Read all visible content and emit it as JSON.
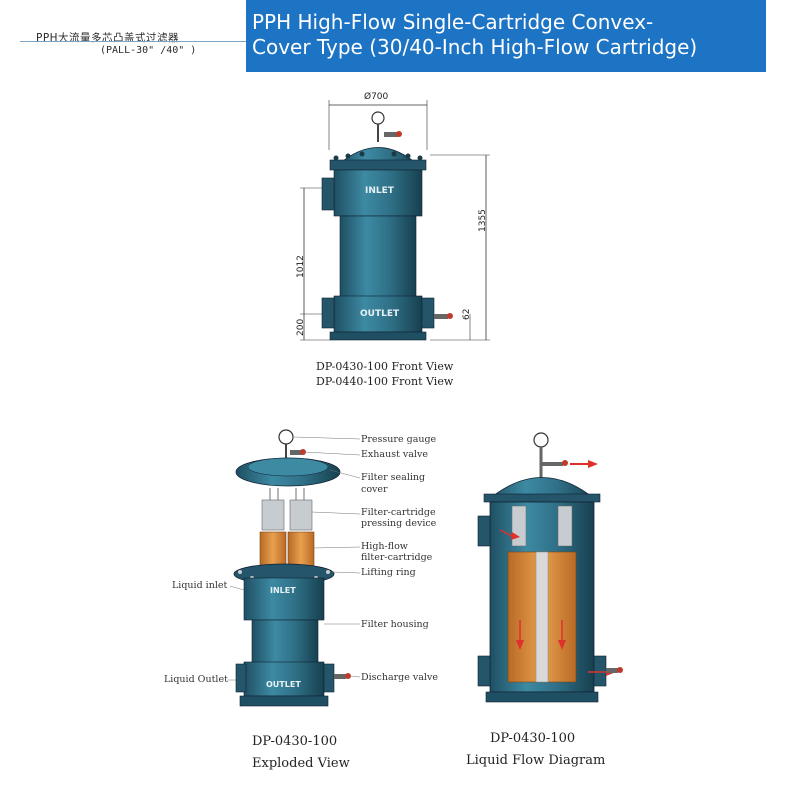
{
  "header": {
    "cn_title": "PPH大流量多芯凸盖式过滤器",
    "cn_subtitle": "(PALL-30\" /40\" )",
    "title_line1": "PPH High-Flow Single-Cartridge Convex-",
    "title_line2": "Cover Type (30/40-Inch High-Flow Cartridge)"
  },
  "front_view": {
    "dim_diameter": "Ø700",
    "dim_1355": "1355",
    "dim_1012": "1012",
    "dim_200": "200",
    "dim_62": "62",
    "inlet_text": "INLET",
    "outlet_text": "OUTLET",
    "caption_line1": "DP-0430-100   Front View",
    "caption_line2": "DP-0440-100   Front View"
  },
  "exploded_view": {
    "labels": {
      "pressure_gauge": "Pressure gauge",
      "exhaust_valve": "Exhaust valve",
      "sealing_cover_1": "Filter sealing",
      "sealing_cover_2": "cover",
      "pressing_1": "Filter-cartridge",
      "pressing_2": "pressing device",
      "highflow_1": "High-flow",
      "highflow_2": "filter-cartridge",
      "lifting_ring": "Lifting ring",
      "liquid_inlet": "Liquid inlet",
      "filter_housing": "Filter housing",
      "liquid_outlet": "Liquid Outlet",
      "discharge_valve": "Discharge valve"
    },
    "inlet_text": "INLET",
    "outlet_text": "OUTLET",
    "caption_model": "DP-0430-100",
    "caption_view": "Exploded View"
  },
  "flow_diagram": {
    "caption_model": "DP-0430-100",
    "caption_view": "Liquid Flow Diagram"
  },
  "colors": {
    "title_bg": "#1d73c4",
    "tank_body": "#2f6f86",
    "tank_dark": "#1f4f63",
    "cartridge": "#d9893a",
    "flow_arrow": "#e0302a"
  }
}
